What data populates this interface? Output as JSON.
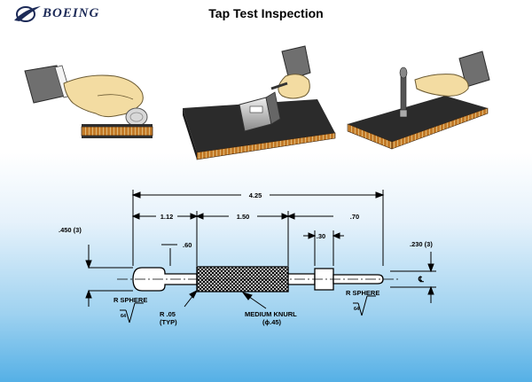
{
  "header": {
    "brand": "BOEING",
    "title": "Tap Test Inspection"
  },
  "drawing": {
    "overall_length": "4.25",
    "len_a": "1.12",
    "len_b": "1.50",
    "len_c": ".70",
    "dim_left_end": ".450 (3)",
    "dim_neck": ".60",
    "dim_ring": ".30",
    "dim_right_end": ".230 (3)",
    "label_sphere_left": "R SPHERE",
    "label_sphere_right": "R SPHERE",
    "finish_left": "64",
    "finish_right": "64",
    "radius_value": "R .05",
    "radius_note": "(TYP)",
    "knurl_label": "MEDIUM KNURL",
    "knurl_dia": "(ϕ.45)",
    "centerline": "℄"
  }
}
